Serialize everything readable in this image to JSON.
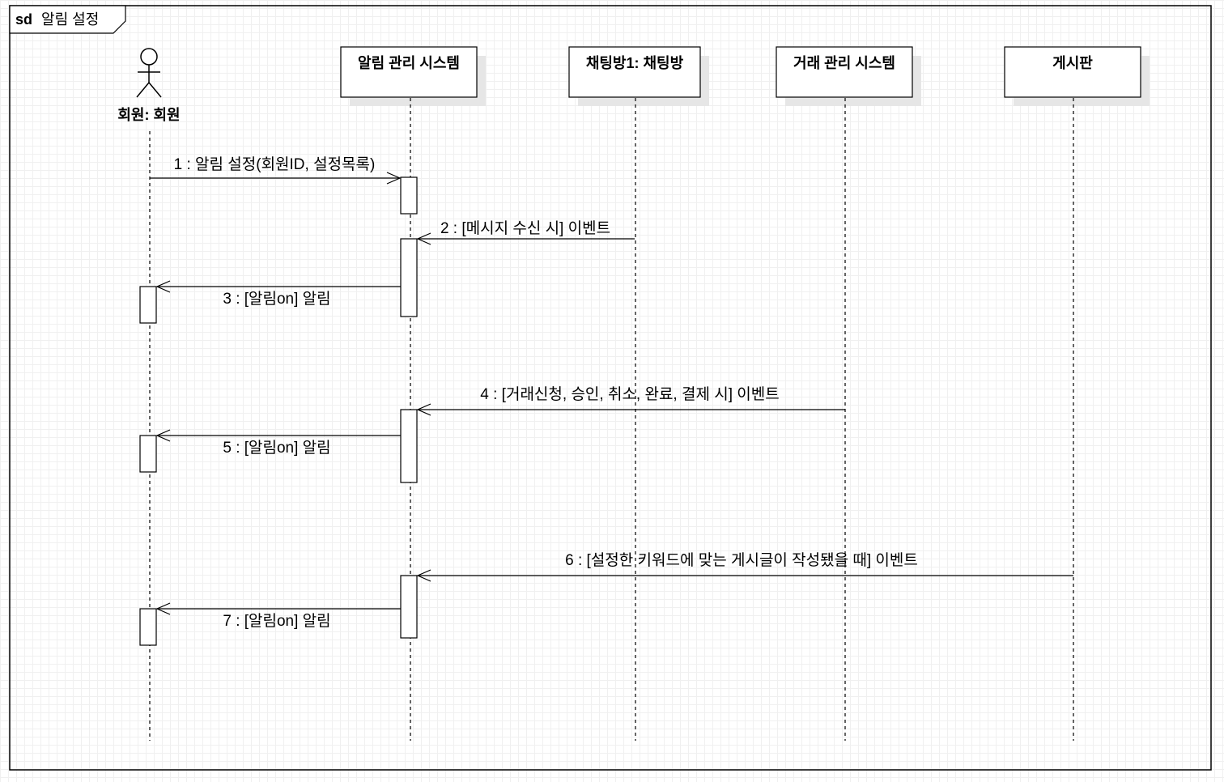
{
  "frame": {
    "keyword": "sd",
    "name": "알림 설정"
  },
  "actor": {
    "label": "회원: 회원"
  },
  "lifelines": [
    {
      "label": "알림 관리 시스템"
    },
    {
      "label": "채팅방1: 채팅방"
    },
    {
      "label": "거래 관리 시스템"
    },
    {
      "label": "게시판"
    }
  ],
  "messages": [
    {
      "label": "1 : 알림 설정(회원ID, 설정목록)"
    },
    {
      "label": "2 : [메시지 수신 시] 이벤트"
    },
    {
      "label": "3 : [알림on] 알림"
    },
    {
      "label": "4 : [거래신청, 승인, 취소, 완료, 결제 시] 이벤트"
    },
    {
      "label": "5 : [알림on] 알림"
    },
    {
      "label": "6 : [설정한 키워드에 맞는 게시글이 작성됐을 때] 이벤트"
    },
    {
      "label": "7 : [알림on] 알림"
    }
  ]
}
